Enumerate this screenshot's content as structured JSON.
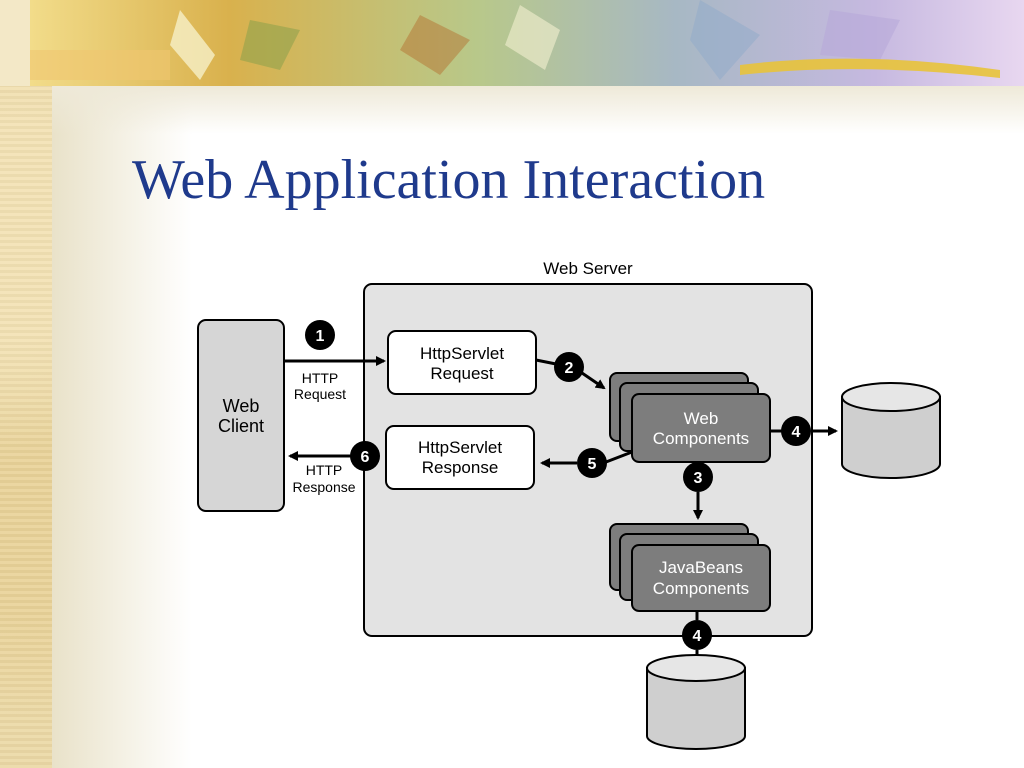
{
  "slide": {
    "title": "Web Application Interaction"
  },
  "diagram": {
    "server_label": "Web Server",
    "client_label": [
      "Web",
      "Client"
    ],
    "request_box": [
      "HttpServlet",
      "Request"
    ],
    "response_box": [
      "HttpServlet",
      "Response"
    ],
    "web_components": [
      "Web",
      "Components"
    ],
    "javabeans_components": [
      "JavaBeans",
      "Components"
    ],
    "http_request": [
      "HTTP",
      "Request"
    ],
    "http_response": [
      "HTTP",
      "Response"
    ],
    "steps": {
      "s1": "1",
      "s2": "2",
      "s3": "3",
      "s4a": "4",
      "s4b": "4",
      "s5": "5",
      "s6": "6"
    }
  },
  "colors": {
    "title": "#1f3a8c",
    "server_fill": "#e3e3e3",
    "component_fill": "#7d7d7d",
    "cylinder_fill": "#cfcfcf"
  }
}
